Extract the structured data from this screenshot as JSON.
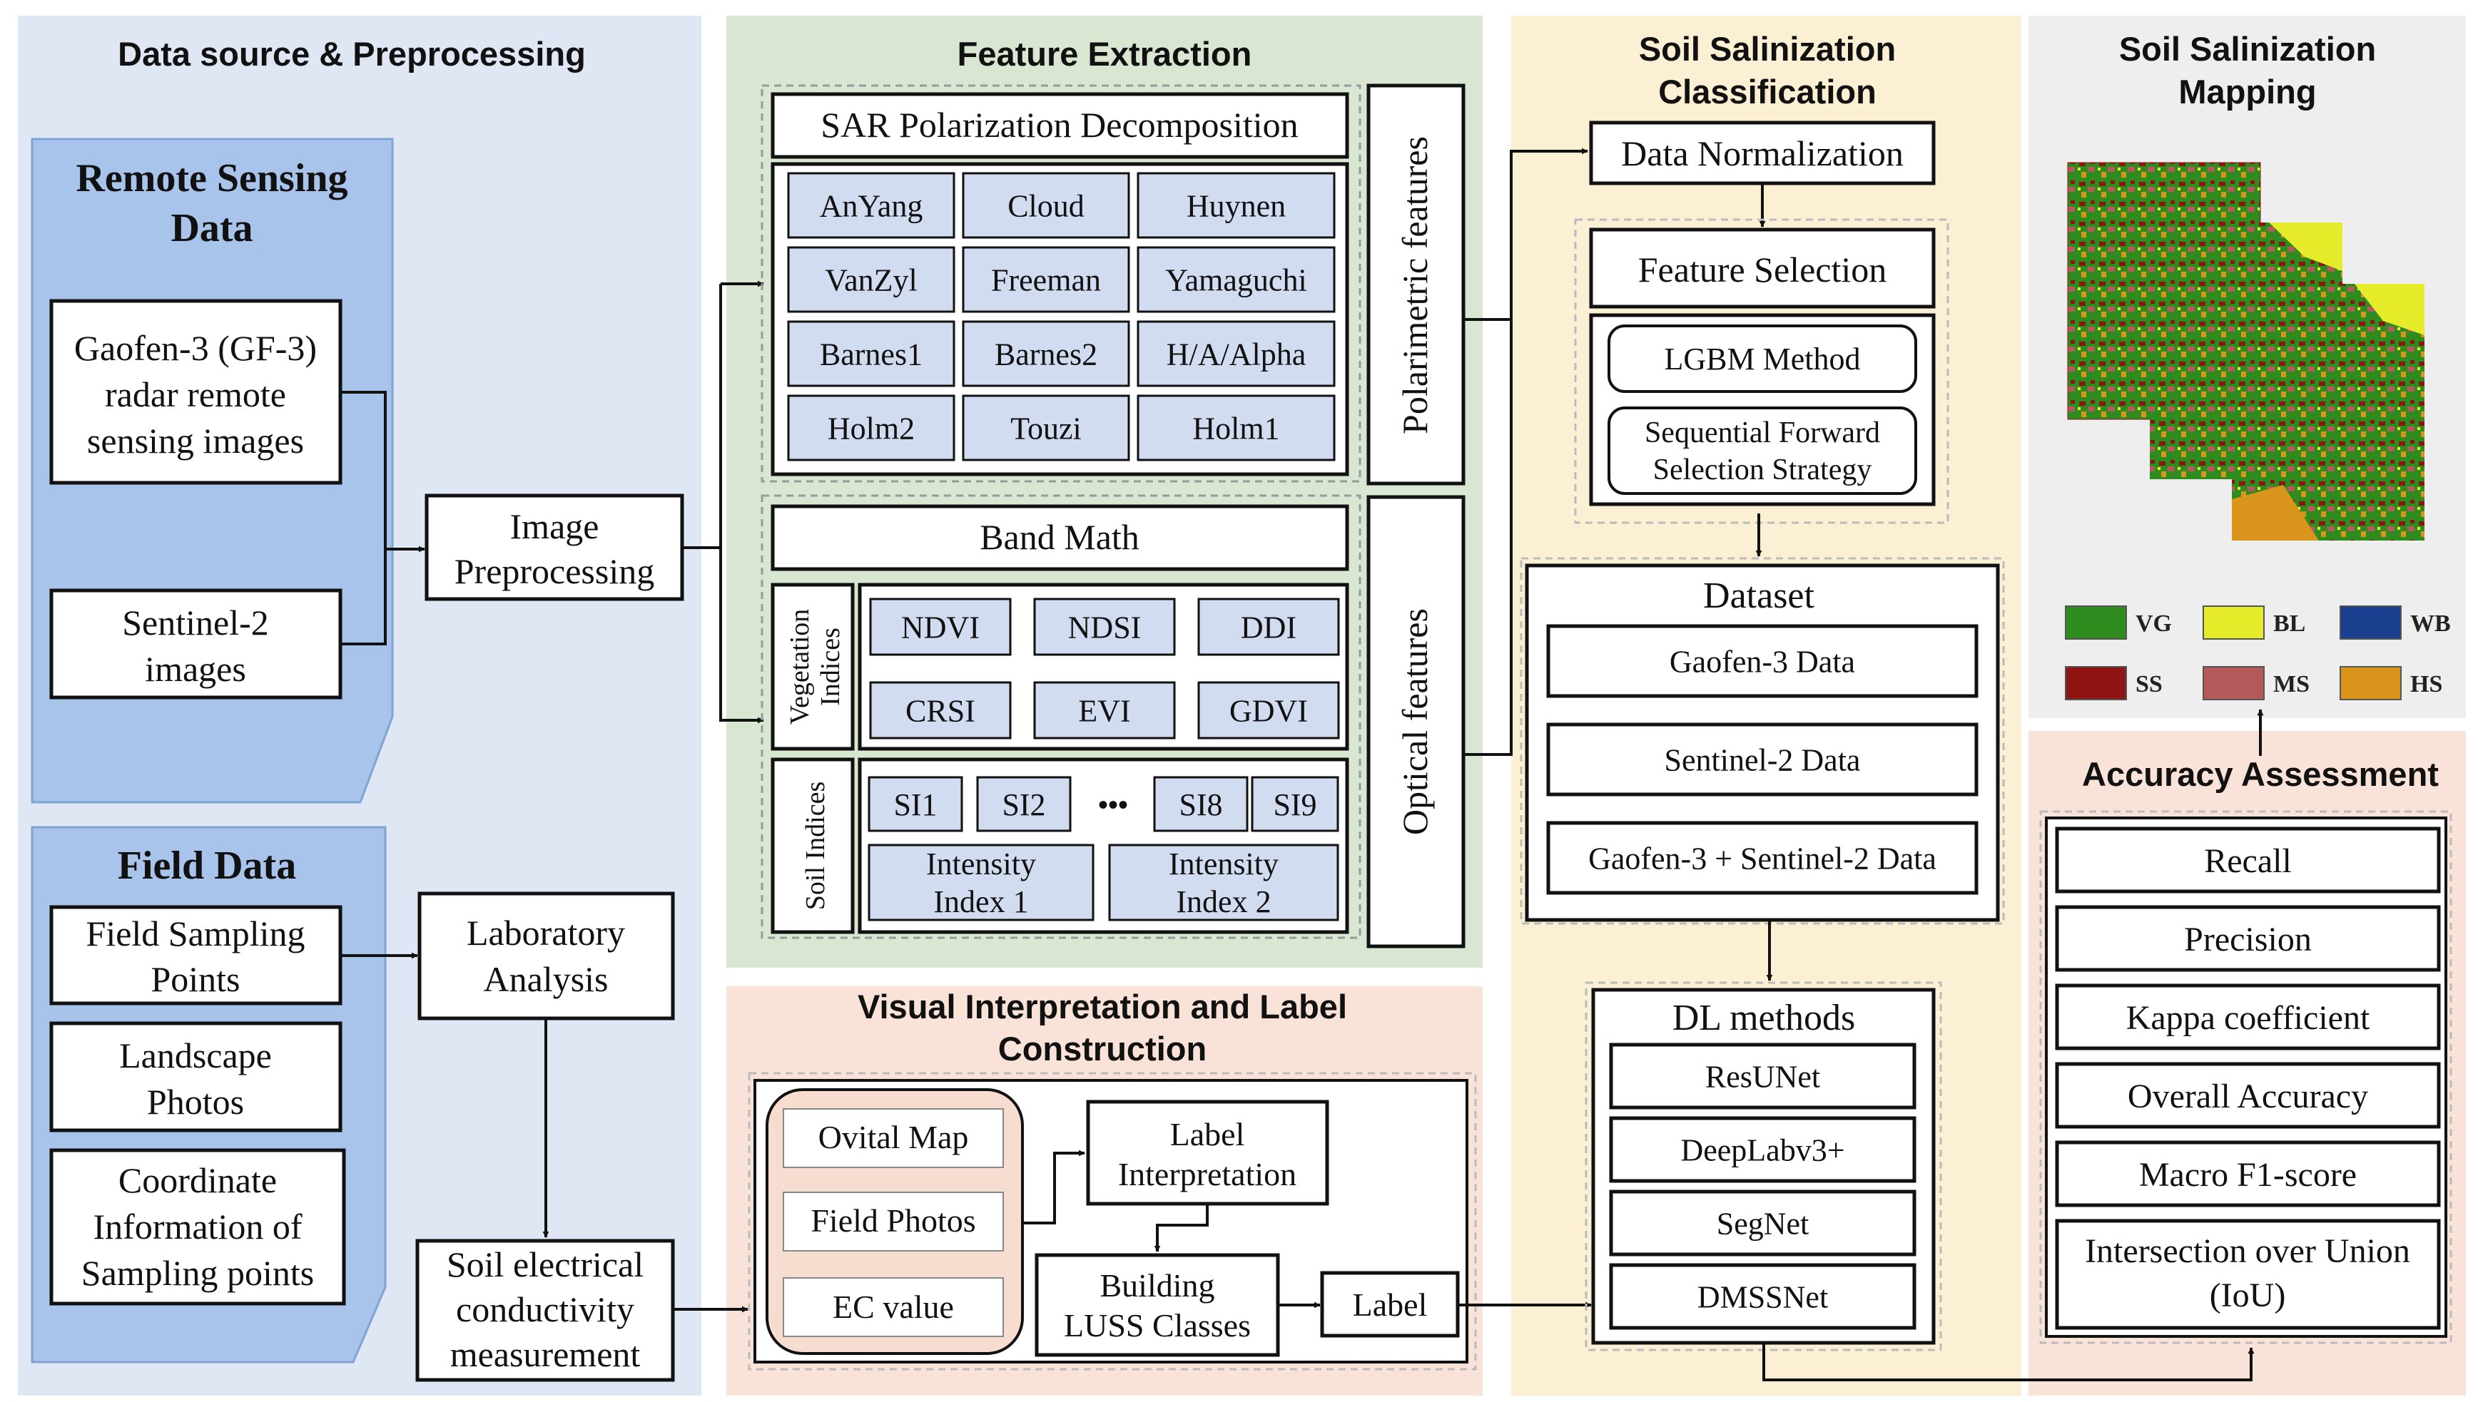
{
  "panels": {
    "data_source": "Data source & Preprocessing",
    "feature_extraction": "Feature Extraction",
    "classification": [
      "Soil Salinization",
      "Classification"
    ],
    "mapping": [
      "Soil Salinization",
      "Mapping"
    ],
    "visual_interpretation": [
      "Visual Interpretation and Label",
      "Construction"
    ],
    "accuracy_assessment": "Accuracy Assessment"
  },
  "remote_sensing": {
    "title": [
      "Remote Sensing",
      "Data"
    ],
    "gf3": [
      "Gaofen-3 (GF-3)",
      "radar remote",
      "sensing images"
    ],
    "sentinel2": [
      "Sentinel-2",
      "images"
    ]
  },
  "image_preprocessing": [
    "Image",
    "Preprocessing"
  ],
  "field_data": {
    "title": "Field Data",
    "sampling_points": [
      "Field Sampling",
      "Points"
    ],
    "landscape": [
      "Landscape",
      "Photos"
    ],
    "coordinate": [
      "Coordinate",
      "Information of",
      "Sampling points"
    ]
  },
  "lab_analysis": [
    "Laboratory",
    "Analysis"
  ],
  "ec_measurement": [
    "Soil electrical",
    "conductivity",
    "measurement"
  ],
  "sar": {
    "title": "SAR Polarization Decomposition",
    "methods": [
      "AnYang",
      "Cloud",
      "Huynen",
      "VanZyl",
      "Freeman",
      "Yamaguchi",
      "Barnes1",
      "Barnes2",
      "H/A/Alpha",
      "Holm2",
      "Touzi",
      "Holm1"
    ],
    "side_label": "Polarimetric features"
  },
  "band_math": {
    "title": "Band Math",
    "vegetation_label": [
      "Vegetation",
      "Indices"
    ],
    "vegetation": [
      "NDVI",
      "NDSI",
      "DDI",
      "CRSI",
      "EVI",
      "GDVI"
    ],
    "soil_label": "Soil Indices",
    "soil": [
      "SI1",
      "SI2",
      "SI8",
      "SI9"
    ],
    "ellipsis": "•••",
    "intensity1": [
      "Intensity",
      "Index 1"
    ],
    "intensity2": [
      "Intensity",
      "Index 2"
    ],
    "side_label": "Optical features"
  },
  "label_construction": {
    "sources": [
      "Ovital Map",
      "Field Photos",
      "EC value"
    ],
    "interpretation": [
      "Label",
      "Interpretation"
    ],
    "building": [
      "Building",
      "LUSS Classes"
    ],
    "label": "Label"
  },
  "classification": {
    "normalization": "Data Normalization",
    "feature_selection": "Feature Selection",
    "lgbm": "LGBM Method",
    "sfs": [
      "Sequential Forward",
      "Selection Strategy"
    ],
    "dataset_title": "Dataset",
    "datasets": [
      "Gaofen-3 Data",
      "Sentinel-2 Data",
      "Gaofen-3 + Sentinel-2 Data"
    ],
    "dl_title": "DL methods",
    "dl_methods": [
      "ResUNet",
      "DeepLabv3+",
      "SegNet",
      "DMSSNet"
    ]
  },
  "mapping": {
    "legend": [
      {
        "code": "VG",
        "color": "#2e8b1e"
      },
      {
        "code": "BL",
        "color": "#e6ec2a"
      },
      {
        "code": "WB",
        "color": "#1a3f8f"
      },
      {
        "code": "SS",
        "color": "#8e1414"
      },
      {
        "code": "MS",
        "color": "#b45a5a"
      },
      {
        "code": "HS",
        "color": "#d9941c"
      }
    ]
  },
  "accuracy": {
    "metrics": [
      "Recall",
      "Precision",
      "Kappa coefficient",
      "Overall Accuracy",
      "Macro F1-score"
    ],
    "iou": [
      "Intersection over Union",
      "(IoU)"
    ]
  },
  "colors": {
    "blue_panel": "#dfe7f4",
    "blue_card": "#a9c4ea",
    "green_panel": "#d9e6d2",
    "yellow_panel": "#fbf0d3",
    "pink_panel": "#f9e3d8",
    "gray_panel": "#eeeeee",
    "method_cell": "#d2dcf0",
    "label_source": "#f7dcd0"
  }
}
